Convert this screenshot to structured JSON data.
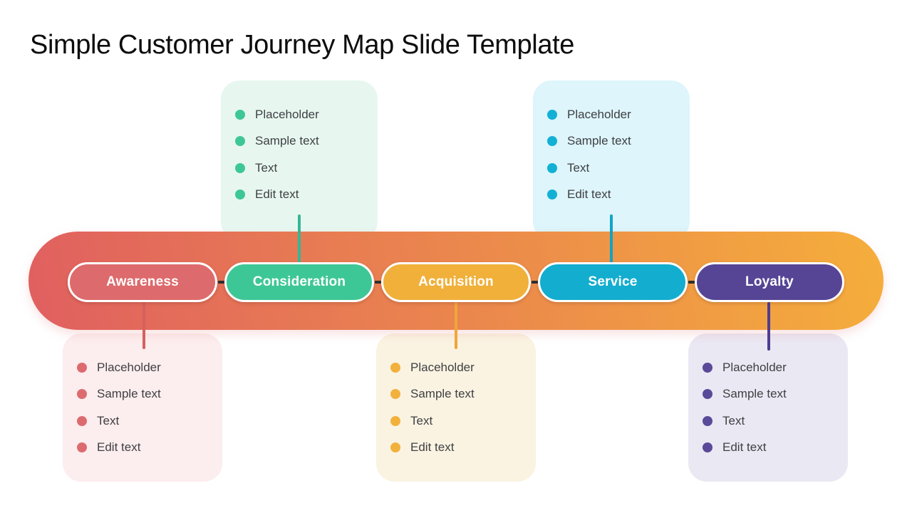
{
  "slide": {
    "title": "Simple Customer Journey Map Slide Template",
    "background_color": "#ffffff",
    "title_color": "#0d0d0d"
  },
  "band": {
    "gradient_start": "#e05f60",
    "gradient_end": "#f5ae3b",
    "divider_color": "#2f2f2f"
  },
  "stages": [
    {
      "label": "Awareness",
      "card_position": "bottom",
      "pill_color": "#dd6a6c",
      "card_bg": "#fcedee",
      "bullet_color": "#dc6b6f",
      "connector_color": "#d4605f",
      "items": [
        "Placeholder",
        "Sample text",
        "Text",
        "Edit text"
      ]
    },
    {
      "label": "Consideration",
      "card_position": "top",
      "pill_color": "#3ec796",
      "card_bg": "#e7f7f0",
      "bullet_color": "#3ec796",
      "connector_color": "#35b795",
      "items": [
        "Placeholder",
        "Sample text",
        "Text",
        "Edit text"
      ]
    },
    {
      "label": "Acquisition",
      "card_position": "bottom",
      "pill_color": "#f0b03a",
      "card_bg": "#faf3e2",
      "bullet_color": "#f2b13c",
      "connector_color": "#f0a63a",
      "items": [
        "Placeholder",
        "Sample text",
        "Text",
        "Edit text"
      ]
    },
    {
      "label": "Service",
      "card_position": "top",
      "pill_color": "#13adcf",
      "card_bg": "#ddf5fb",
      "bullet_color": "#12b0d4",
      "connector_color": "#13a3c4",
      "items": [
        "Placeholder",
        "Sample text",
        "Text",
        "Edit text"
      ]
    },
    {
      "label": "Loyalty",
      "card_position": "bottom",
      "pill_color": "#564595",
      "card_bg": "#eae8f3",
      "bullet_color": "#5a4a99",
      "connector_color": "#4e3d90",
      "items": [
        "Placeholder",
        "Sample text",
        "Text",
        "Edit text"
      ]
    }
  ]
}
